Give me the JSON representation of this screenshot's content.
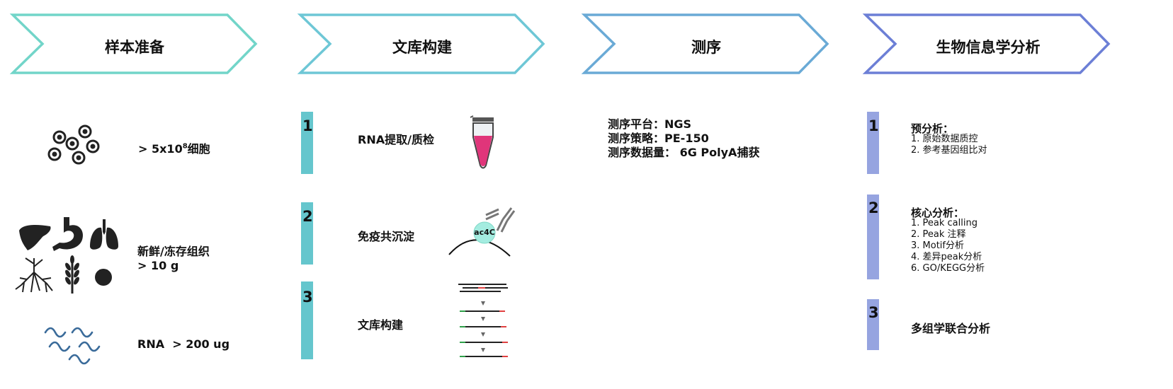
{
  "colors": {
    "chevron1": "#72d5c9",
    "chevron2": "#6ec7d6",
    "chevron3": "#6aaad6",
    "chevron4": "#6c7fd6",
    "teal_bar": "#65c6cd",
    "purple_bar": "#96a4e0",
    "tube_pink": "#e0357a",
    "ac4c_circle": "#a4ece0"
  },
  "stages": [
    {
      "title": "样本准备"
    },
    {
      "title": "文库构建"
    },
    {
      "title": "测序"
    },
    {
      "title": "生物信息学分析"
    }
  ],
  "samples": {
    "cells": {
      "icon": "cells-icon",
      "label_pre": "> 5x10",
      "label_sup": "8",
      "label_post": "细胞"
    },
    "tissue": {
      "icons": [
        "liver-icon",
        "stomach-icon",
        "lungs-icon",
        "root-icon",
        "wheat-icon",
        "tomato-icon"
      ],
      "line1": "新鲜/冻存组织",
      "line2": "> 10 g"
    },
    "rna": {
      "icon": "rna-wave-icon",
      "label": "RNA  > 200 ug"
    }
  },
  "library": {
    "steps": [
      {
        "num": "1",
        "label": "RNA提取/质检",
        "icon": "tube-icon"
      },
      {
        "num": "2",
        "label": "免疫共沉淀",
        "icon": "antibody-icon",
        "badge": "ac4C"
      },
      {
        "num": "3",
        "label": "文库构建",
        "icon": "library-reads-icon"
      }
    ]
  },
  "sequencing": {
    "lines": [
      {
        "key": "测序平台：",
        "value": "NGS"
      },
      {
        "key": "测序策略：",
        "value": "PE-150"
      },
      {
        "key": "测序数据量：",
        "value": " 6G PolyA捕获"
      }
    ]
  },
  "analysis": {
    "steps": [
      {
        "num": "1",
        "title": "预分析：",
        "items": [
          "1. 原始数据质控",
          "2. 参考基因组比对"
        ]
      },
      {
        "num": "2",
        "title": "核心分析：",
        "items": [
          "1. Peak calling",
          "2. Peak 注释",
          "3. Motif分析",
          "4. 差异peak分析",
          "6. GO/KEGG分析"
        ]
      },
      {
        "num": "3",
        "title": "多组学联合分析",
        "items": []
      }
    ]
  }
}
